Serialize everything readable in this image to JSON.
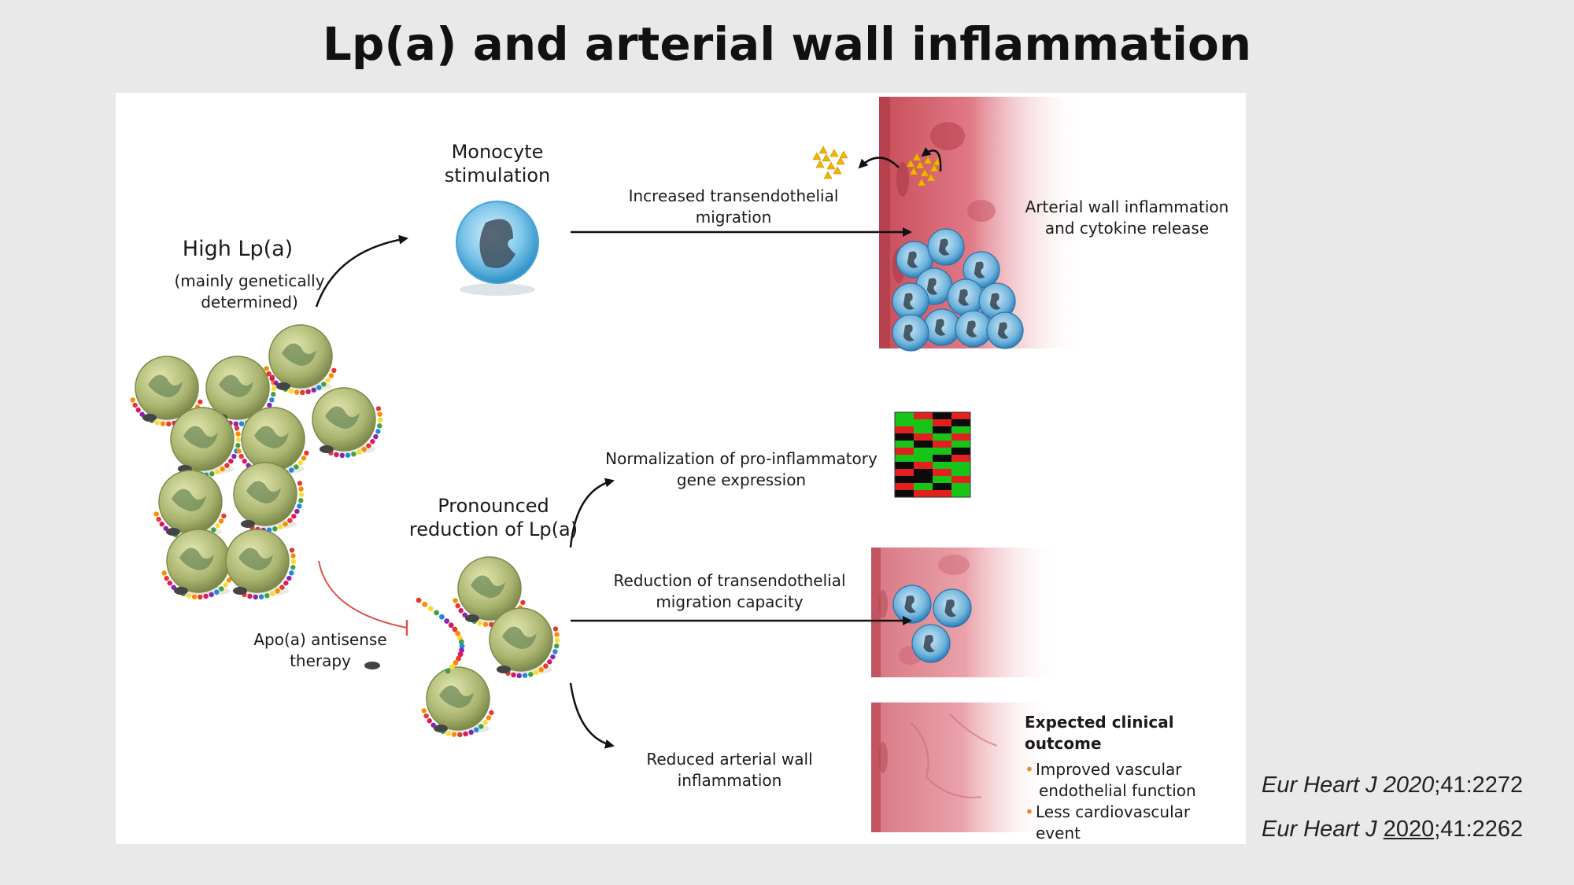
{
  "slide": {
    "title": "Lp(a) and arterial wall inflammation"
  },
  "diagram": {
    "high_lpa": {
      "title": "High Lp(a)",
      "subtitle_line1": "(mainly genetically",
      "subtitle_line2": "determined)"
    },
    "monocyte": {
      "line1": "Monocyte",
      "line2": "stimulation"
    },
    "increased_migration": {
      "line1": "Increased transendothelial",
      "line2": "migration"
    },
    "arterial_inflammation": {
      "line1": "Arterial wall inflammation",
      "line2": "and cytokine release"
    },
    "normalization": {
      "line1": "Normalization of pro-inflammatory",
      "line2": "gene expression"
    },
    "pronounced_reduction": {
      "line1": "Pronounced",
      "line2": "reduction of Lp(a)"
    },
    "reduction_migration": {
      "line1": "Reduction of transendothelial",
      "line2": "migration capacity"
    },
    "antisense": {
      "line1": "Apo(a) antisense",
      "line2": "therapy"
    },
    "reduced_inflammation": {
      "line1": "Reduced arterial wall",
      "line2": "inflammation"
    },
    "outcome": {
      "title": "Expected clinical outcome",
      "bullet": "•",
      "item1_line1": "Improved vascular",
      "item1_line2": "endothelial function",
      "item2": "Less cardiovascular event"
    },
    "colors": {
      "arrow": "#111111",
      "inhibit": "#d9534f",
      "vessel": "#d9646f",
      "monocyte": "#5fb6e0",
      "particle": "#9aa866",
      "heatmap_red": "#e32020",
      "heatmap_green": "#18c418"
    }
  },
  "references": [
    {
      "journal": "Eur Heart J",
      "year": "2020",
      "rest": ";41:2272"
    },
    {
      "journal": "Eur Heart J",
      "year": "2020",
      "rest": ";41:2262"
    }
  ]
}
